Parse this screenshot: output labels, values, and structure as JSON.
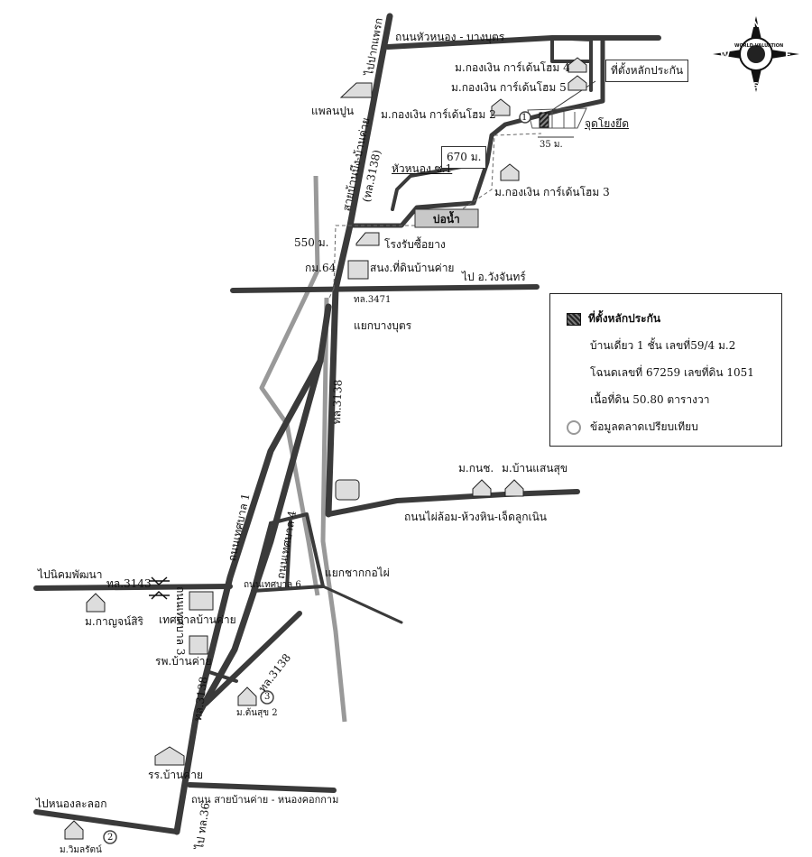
{
  "map": {
    "roads": {
      "north_road": "ถนนหัวหนอง - บางบุตร",
      "to_pakphet": "ไปปากแพรก",
      "route_3138_name": "สายบ้านบึง-บ้านค่าย",
      "route_3138_code": "(ทล.3138)",
      "huanong_soi1": "หัวหนอง ซ.1",
      "to_wangchan": "ไป อ.วังจันทร์",
      "route_3471": "ทล.3471",
      "route_3138_mid": "ทล.3138",
      "phailom_road": "ถนนไผ่ล้อม-ห้วงหิน-เจ็ดลูกเนิน",
      "to_nikhom": "ไปนิคมพัฒนา",
      "route_3143": "ทล.3143",
      "tessaban1": "ถนนเทศบาล 1",
      "tessaban3": "ถนนเทศบาล 3",
      "tessaban4": "ถนนเทศบาล 4",
      "tessaban6": "ถนนเทศบาล 6",
      "route_3138_sw": "ทล.3138",
      "route_3138_s": "ทล.3138",
      "sai_bankhai_nongkhokam": "ถนน สายบ้านค่าย - หนองคอกกาม",
      "to_nongchalok": "ไปหนองละลอก",
      "to_36": "ไป ทล.36"
    },
    "landmarks": {
      "kongngoen4": "ม.กองเงิน การ์เด้นโฮม 4",
      "kongngoen5": "ม.กองเงิน การ์เด้นโฮม 5",
      "kongngoen2": "ม.กองเงิน การ์เด้นโฮม 2",
      "kongngoen3": "ม.กองเงิน การ์เด้นโฮม 3",
      "collateral_callout": "ที่ตั้งหลักประกัน",
      "reference_point": "จุดโยงยึด",
      "dist_35": "35 ม.",
      "dist_670": "670 ม.",
      "dist_550": "550 ม.",
      "pond": "บ่อน้ำ",
      "cement_plant": "แพลนปูน",
      "rubber_factory": "โรงรับซื้อยาง",
      "land_office": "สนง.ที่ดินบ้านค่าย",
      "km64": "กม.64",
      "bangbut_junction": "แยกบางบุตร",
      "kanchor": "ม.กนช.",
      "ban_saensuk": "ม.บ้านแสนสุข",
      "yaekchakkopai": "แยกชากกอไผ่",
      "kanyasiri": "ม.กาญจน์สิริ",
      "municipality": "เทศบาลบ้านค่าย",
      "hospital": "รพ.บ้านค่าย",
      "ton_suk2": "ม.ต้นสุข 2",
      "school": "รร.บ้านค่าย",
      "wimonrat": "ม.วิมลรัตน์",
      "comp1": "1",
      "comp2": "2",
      "comp3": "3"
    },
    "compass": {
      "n": "N",
      "s": "S",
      "e": "E",
      "w": "W",
      "brand": "WORLD VALUATION"
    },
    "legend": {
      "collateral": "ที่ตั้งหลักประกัน",
      "house": "บ้านเดี่ยว 1 ชั้น เลขที่59/4 ม.2",
      "deed": "โฉนดเลขที่ 67259 เลขที่ดิน 1051",
      "area": "เนื้อที่ดิน 50.80 ตารางวา",
      "comparable": "ข้อมูลตลาดเปรียบเทียบ"
    }
  }
}
